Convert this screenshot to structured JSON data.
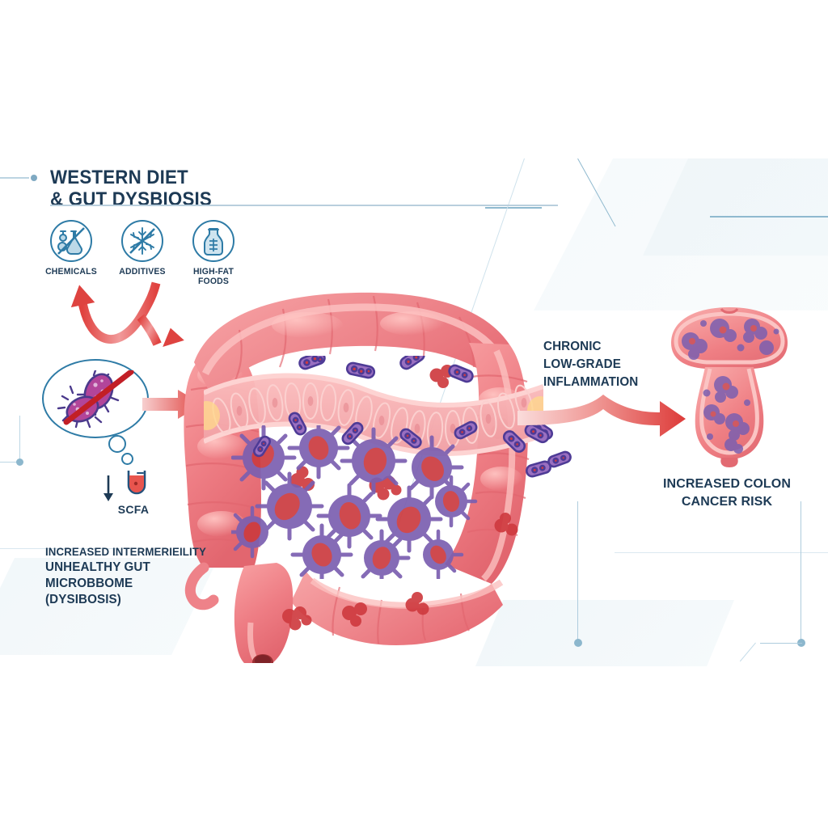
{
  "title": {
    "line1": "WESTERN DIET",
    "line2": "& GUT DYSBIOSIS"
  },
  "diet_factors": [
    {
      "label_line1": "CHEMICALS",
      "label_line2": "",
      "icon": "chemicals-prohibited-icon"
    },
    {
      "label_line1": "ADDITIVES",
      "label_line2": "",
      "icon": "additives-snowflake-prohibited-icon"
    },
    {
      "label_line1": "HIGH-FAT",
      "label_line2": "FOODS",
      "icon": "high-fat-foods-bottle-icon"
    }
  ],
  "bacteria_bubble": {
    "icon": "crossed-out-bacteria-icon"
  },
  "scfa": {
    "label": "SCFA",
    "trend_icon": "down-arrow-icon",
    "tube_icon": "test-tube-icon"
  },
  "callout_left": {
    "line1": "INCREASED INTERMERIEILITY",
    "line2": "UNHEALTHY GUT",
    "line3": "MICROBBOME",
    "line4": "(DYSIBOSIS)"
  },
  "callout_middle": {
    "line1": "CHRONIC",
    "line2": "LOW-GRADE",
    "line3": "INFLAMMATION"
  },
  "callout_right": {
    "line1": "INCREASED COLON",
    "line2": "CANCER RISK"
  },
  "illustrations": {
    "colon": "large-intestine-colon-illustration",
    "epithelium": "intestinal-epithelium-cross-section",
    "microbiota": "dysbiotic-bacteria-cluster",
    "polyp": "colon-polyp-illustration"
  },
  "arrows": {
    "diet_to_gut": "curved-double-arrow",
    "bacteria_to_colon": "straight-right-arrow",
    "colon_to_polyp": "long-right-arrow"
  },
  "colors": {
    "navy_text": "#1d3a55",
    "accent_blue": "#2e7ba6",
    "arrow_red": "#e3443f",
    "colon_pink": "#ef8289",
    "bacteria_purple": "#7b5fb0",
    "bg_pale": "#eef5f8"
  }
}
